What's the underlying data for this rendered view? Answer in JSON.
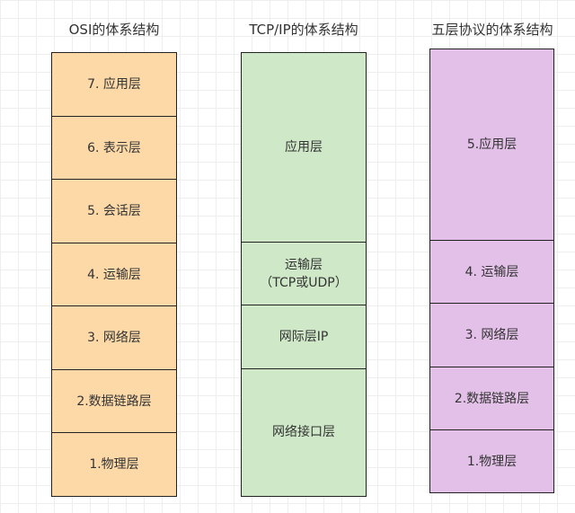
{
  "columns": [
    {
      "title": "OSI的体系结构",
      "color": "#fdd9a8",
      "layers": [
        "7. 应用层",
        "6. 表示层",
        "5. 会话层",
        "4. 运输层",
        "3. 网络层",
        "2.数据链路层",
        "1.物理层"
      ]
    },
    {
      "title": "TCP/IP的体系结构",
      "color": "#cfe8c8",
      "layers": [
        "应用层",
        "运输层\n（TCP或UDP）",
        "网际层IP",
        "网络接口层"
      ]
    },
    {
      "title": "五层协议的体系结构",
      "color": "#e3c0e8",
      "layers": [
        "5.应用层",
        "4. 运输层",
        "3. 网络层",
        "2.数据链路层",
        "1.物理层"
      ]
    }
  ]
}
